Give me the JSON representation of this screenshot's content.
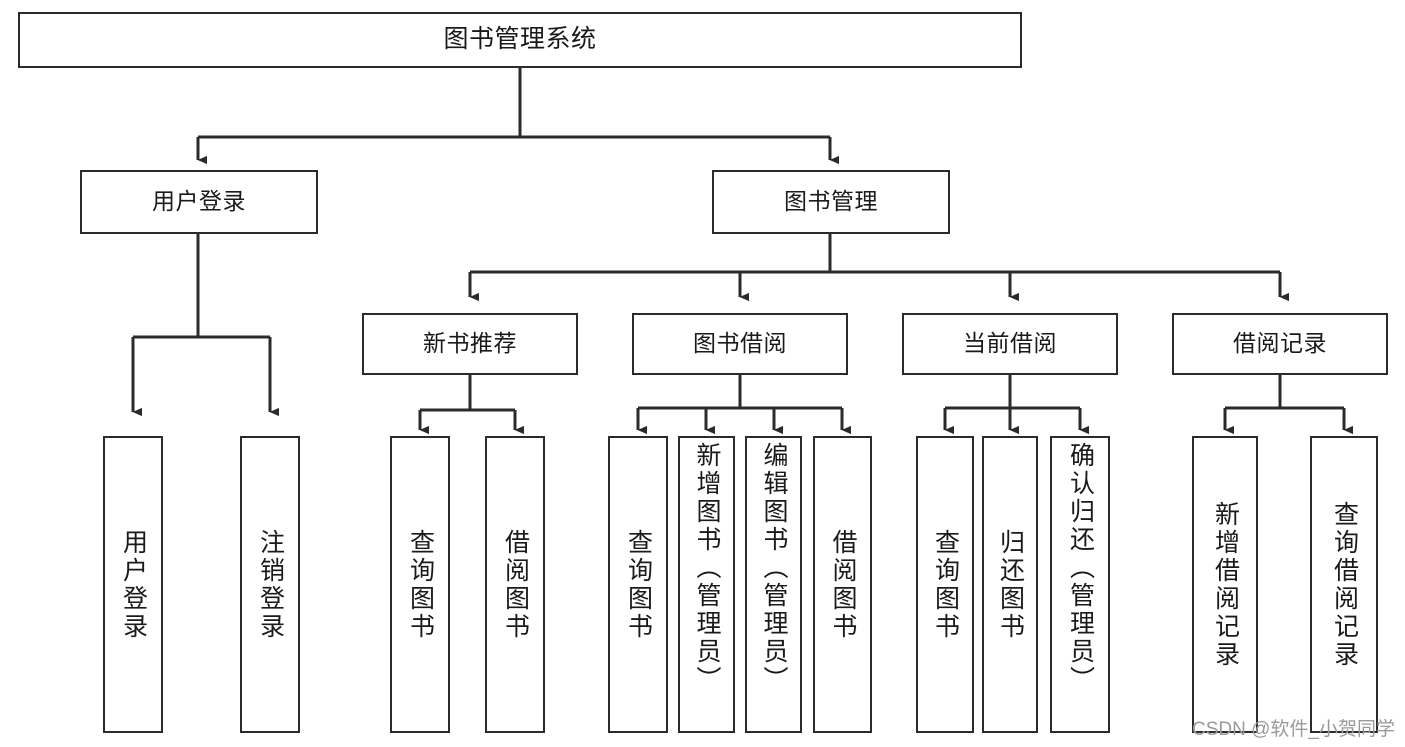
{
  "diagram": {
    "title": "图书管理系统",
    "type": "tree-hierarchy-diagram",
    "colors": {
      "box_border": "#2b2b2b",
      "box_fill": "#ffffff",
      "edge": "#2b2b2b",
      "text": "#1a1a1a",
      "watermark": "#9a9a9a",
      "background": "#ffffff"
    },
    "nodes": {
      "root": {
        "label": "图书管理系统"
      },
      "level1": [
        {
          "label": "用户登录"
        },
        {
          "label": "图书管理"
        }
      ],
      "level2": [
        {
          "label": "新书推荐"
        },
        {
          "label": "图书借阅"
        },
        {
          "label": "当前借阅"
        },
        {
          "label": "借阅记录"
        }
      ],
      "leaves": {
        "user_login": [
          {
            "label": "用户登录"
          },
          {
            "label": "注销登录"
          }
        ],
        "new_book_recommend": [
          {
            "label": "查询图书"
          },
          {
            "label": "借阅图书"
          }
        ],
        "book_borrow": [
          {
            "label": "查询图书"
          },
          {
            "label": "新增图书（管理员）"
          },
          {
            "label": "编辑图书（管理员）"
          },
          {
            "label": "借阅图书"
          }
        ],
        "current_borrow": [
          {
            "label": "查询图书"
          },
          {
            "label": "归还图书"
          },
          {
            "label": "确认归还（管理员）"
          }
        ],
        "borrow_record": [
          {
            "label": "新增借阅记录"
          },
          {
            "label": "查询借阅记录"
          }
        ]
      }
    },
    "watermark": "CSDN @软件_小贺同学"
  }
}
